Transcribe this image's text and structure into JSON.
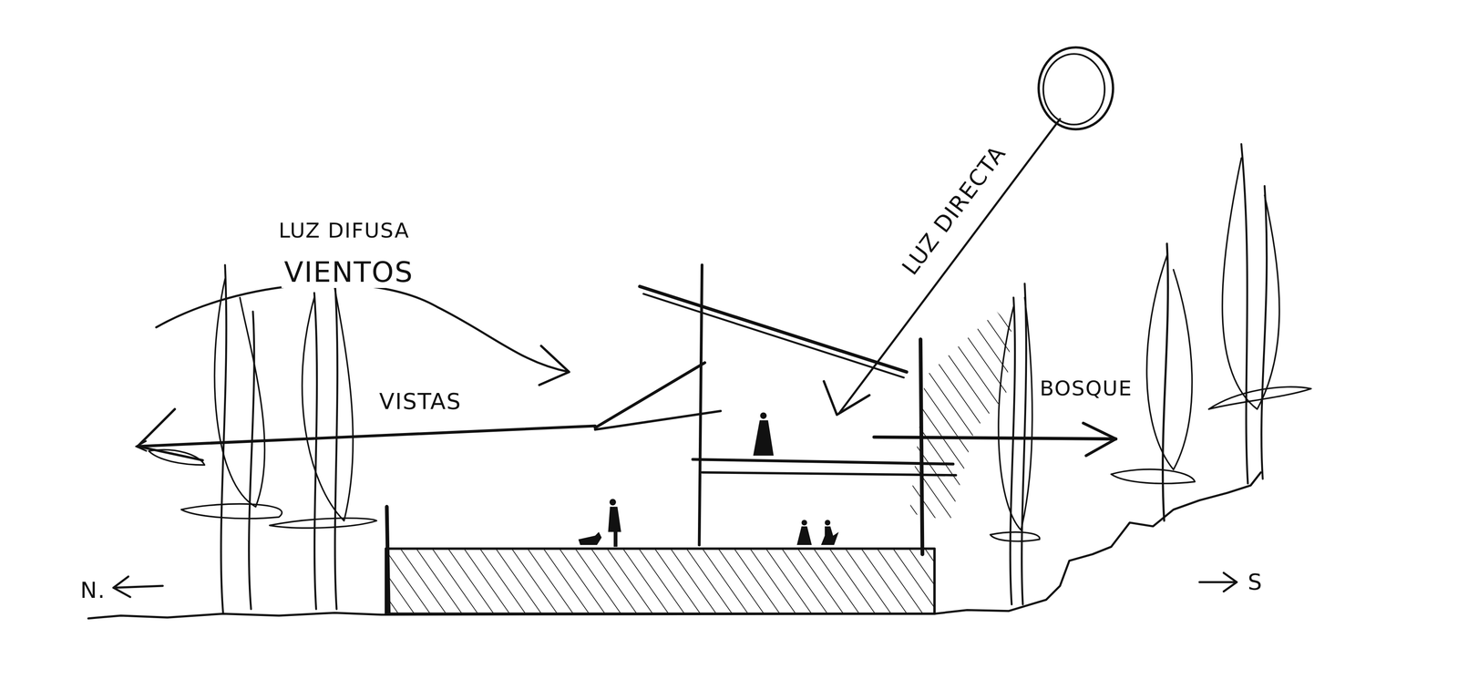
{
  "diagram": {
    "labels": [
      "LUZ DIFUSA",
      "VIENTOS",
      "VISTAS",
      "LUZ DIRECTA",
      "BOSQUE",
      "N.",
      "S"
    ]
  }
}
